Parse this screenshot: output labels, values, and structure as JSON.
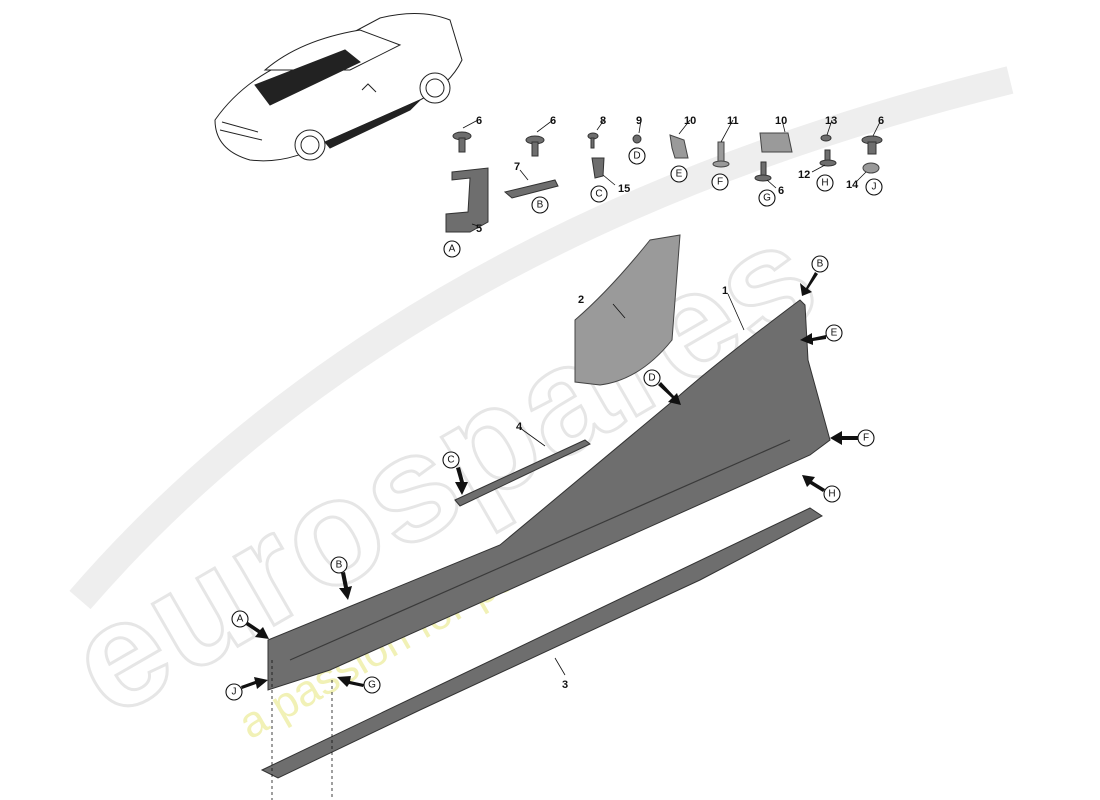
{
  "watermark": {
    "brand": "eurospares",
    "tagline": "a passion for parts since 1985"
  },
  "part_numbers": {
    "n1": "1",
    "n2": "2",
    "n3": "3",
    "n4": "4",
    "n5": "5",
    "n6a": "6",
    "n6b": "6",
    "n6c": "6",
    "n6d": "6",
    "n7": "7",
    "n8": "8",
    "n9": "9",
    "n10a": "10",
    "n10b": "10",
    "n11": "11",
    "n12": "12",
    "n13": "13",
    "n14": "14",
    "n15": "15"
  },
  "callout_letters": {
    "A_top": "A",
    "B_top": "B",
    "C_top": "C",
    "D_top": "D",
    "E_top": "E",
    "F_top": "F",
    "G_top": "G",
    "H_top": "H",
    "J_top": "J",
    "A_main": "A",
    "B_main1": "B",
    "B_main2": "B",
    "C_main": "C",
    "D_main": "D",
    "E_main": "E",
    "F_main": "F",
    "G_main": "G",
    "H_main": "H",
    "J_main": "J"
  },
  "colors": {
    "part_fill": "#6e6e6e",
    "watermark_grey": "#e6e6e6",
    "watermark_yellow": "#f1f1b6"
  }
}
